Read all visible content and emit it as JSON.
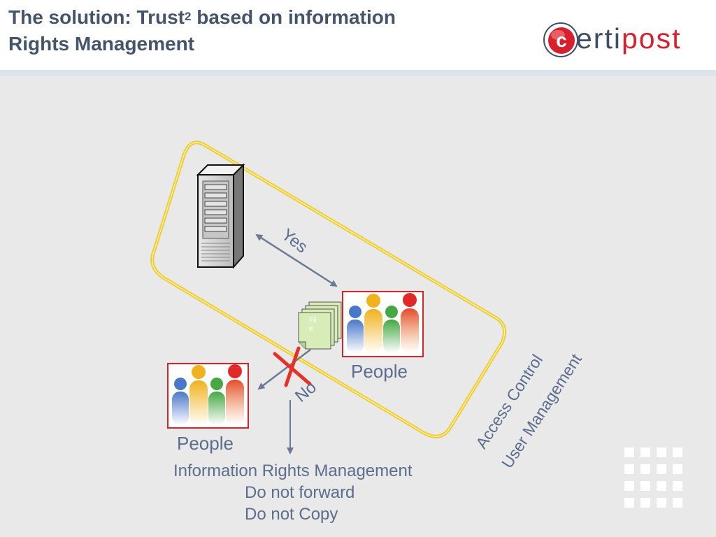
{
  "header": {
    "title_line1_a": "The solution: Trust",
    "title_sup": "2",
    "title_line1_b": " based on information",
    "title_line2": "Rights Management",
    "logo_c": "c",
    "logo_ert": "erti",
    "logo_post": "post"
  },
  "diagram": {
    "yes_label": "Yes",
    "no_label": "No",
    "people_top": "People",
    "people_bottom": "People",
    "access_control": "Access Control",
    "user_management": "User Management",
    "file_label_1": "Fil",
    "file_label_2": "e",
    "irm_line1": "Information Rights Management",
    "irm_line2": "Do not forward",
    "irm_line3": "Do not Copy"
  },
  "colors": {
    "title": "#44556b",
    "brand_red": "#d81f2d",
    "brand_gray": "#3f4e66",
    "trust_outline": "#f2cc2c",
    "arrow": "#6b7b93",
    "deny_x": "#e8302a",
    "people_frame": "#d9242b"
  }
}
